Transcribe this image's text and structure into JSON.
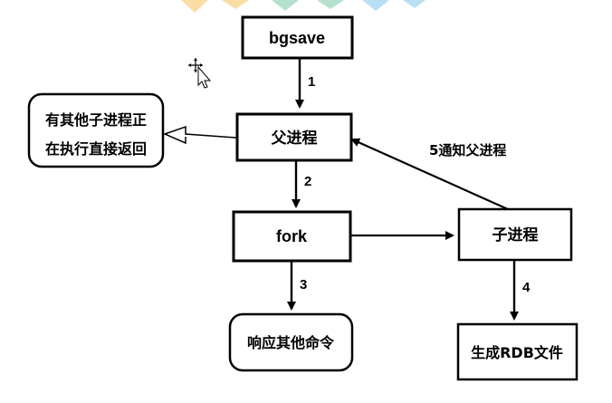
{
  "diagram": {
    "nodes": {
      "bgsave": "bgsave",
      "parent": "父进程",
      "fork": "fork",
      "child": "子进程",
      "other_line1": "有其他子进程正",
      "other_line2": "在执行直接返回",
      "respond": "响应其他命令",
      "rdb": "生成RDB文件"
    },
    "edges": {
      "e1": "1",
      "e2": "2",
      "e3": "3",
      "e4": "4",
      "e5": "5通知父进程"
    }
  },
  "colors": {
    "stroke": "#000000",
    "background": "#ffffff",
    "watermark": [
      "#f6c35a",
      "#7ac9a7",
      "#7fc6e8"
    ]
  }
}
